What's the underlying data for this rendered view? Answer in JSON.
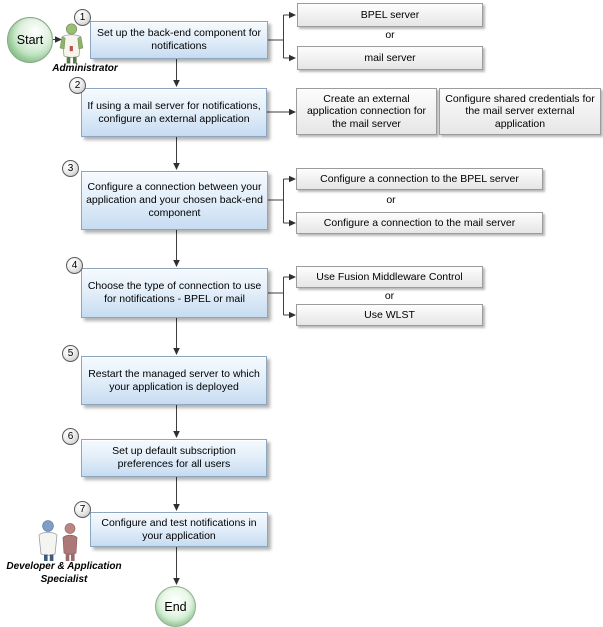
{
  "flow": {
    "start_label": "Start",
    "end_label": "End",
    "or_label": "or",
    "administrator_label": "Administrator",
    "specialist_label": "Developer & Application Specialist",
    "specialist_label_line1": "Developer & Application",
    "specialist_label_line2": "Specialist",
    "steps": [
      {
        "number": "1",
        "label": "Set up the back-end component for notifications"
      },
      {
        "number": "2",
        "label": "If using a mail server for notifications, configure an external application"
      },
      {
        "number": "3",
        "label": "Configure a connection between your application and your chosen back-end component"
      },
      {
        "number": "4",
        "label": "Choose the type of connection to use for notifications - BPEL or mail"
      },
      {
        "number": "5",
        "label": "Restart the managed server to which your application is deployed"
      },
      {
        "number": "6",
        "label": "Set up default subscription preferences for all users"
      },
      {
        "number": "7",
        "label": "Configure and test notifications in your application"
      }
    ],
    "step1_outputs": {
      "option1": "BPEL server",
      "option2": "mail server"
    },
    "step2_outputs": {
      "task1": "Create an external application connection for the mail server",
      "task2": "Configure shared credentials for the mail server external application"
    },
    "step3_outputs": {
      "option1": "Configure a connection to the BPEL server",
      "option2": "Configure a connection to the mail server"
    },
    "step4_outputs": {
      "option1": "Use Fusion Middleware Control",
      "option2": "Use WLST"
    },
    "colors": {
      "step_box_top": "#f5fafe",
      "step_box_bottom": "#c7dcf1",
      "step_box_border": "#8ea6bd",
      "output_box_top": "#fdfdfd",
      "output_box_bottom": "#e6e6e6",
      "node_green": "#a6dba6",
      "connector": "#3f3f3f"
    }
  }
}
